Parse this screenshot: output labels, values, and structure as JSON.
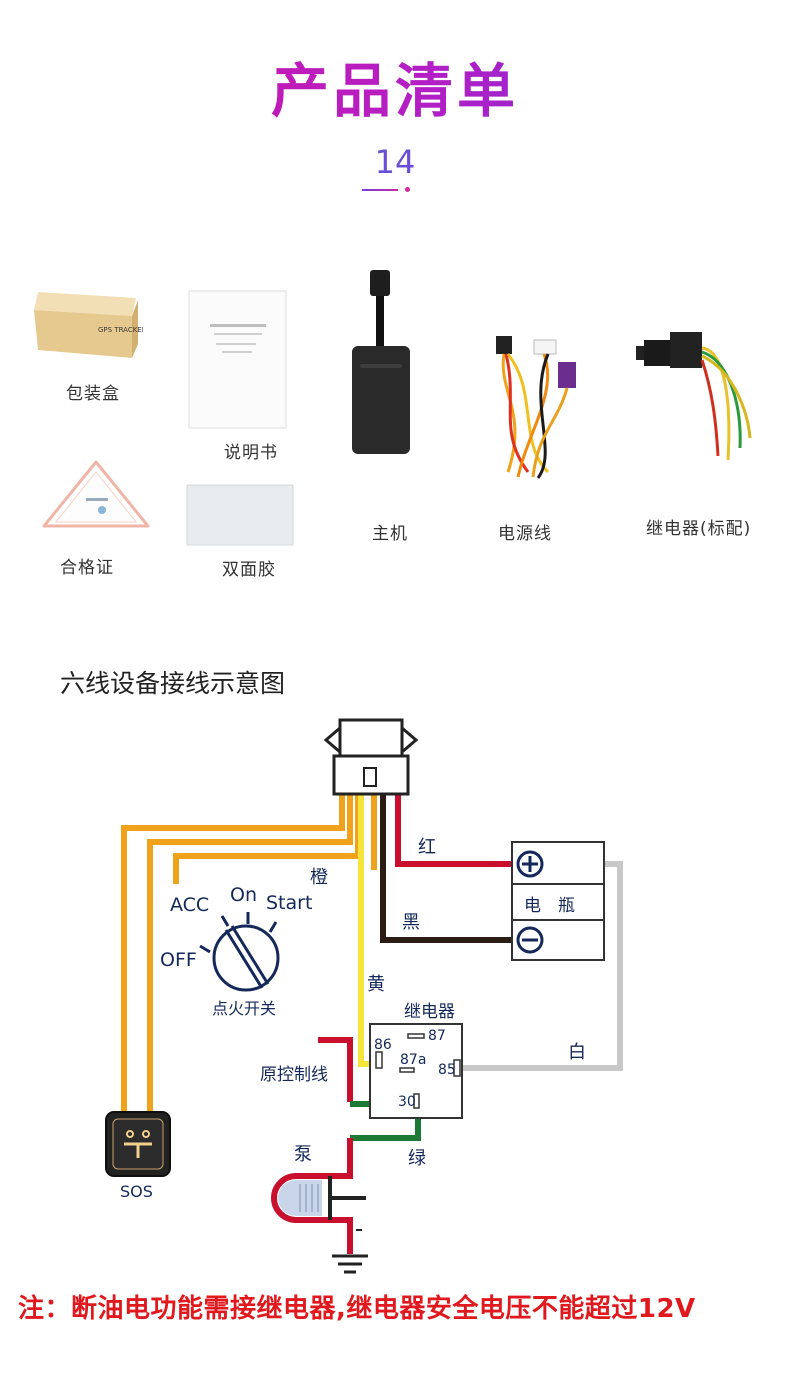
{
  "header": {
    "title": "产品清单",
    "page_number": "14"
  },
  "products": [
    {
      "label": "包装盒",
      "icon": "box-icon"
    },
    {
      "label": "说明书",
      "icon": "manual-icon"
    },
    {
      "label": "主机",
      "icon": "gps-unit-icon"
    },
    {
      "label": "电源线",
      "icon": "power-cable-icon"
    },
    {
      "label": "继电器(标配)",
      "icon": "relay-icon"
    },
    {
      "label": "合格证",
      "icon": "certificate-icon"
    },
    {
      "label": "双面胶",
      "icon": "tape-icon"
    }
  ],
  "diagram": {
    "title": "六线设备接线示意图",
    "wire_labels": {
      "red": "红",
      "black": "黑",
      "orange": "橙",
      "yellow": "黄",
      "white": "白",
      "green": "绿"
    },
    "battery": {
      "label": "电　瓶",
      "plus": "+",
      "minus": "−"
    },
    "ignition": {
      "acc": "ACC",
      "on": "On",
      "start": "Start",
      "off": "OFF",
      "label": "点火开关"
    },
    "relay": {
      "label": "继电器",
      "pin86": "86",
      "pin87": "87",
      "pin87a": "87a",
      "pin85": "85",
      "pin30": "30"
    },
    "original_control": "原控制线",
    "pump": "泵",
    "sos": "SOS",
    "colors": {
      "orange": "#f0a31a",
      "yellow": "#f5e53a",
      "red": "#c8102e",
      "black": "#2b1d14",
      "white": "#c8c8c8",
      "green": "#1d7a35",
      "navy": "#14285a"
    }
  },
  "footer": {
    "note": "注：断油电功能需接继电器,继电器安全电压不能超过12V"
  }
}
